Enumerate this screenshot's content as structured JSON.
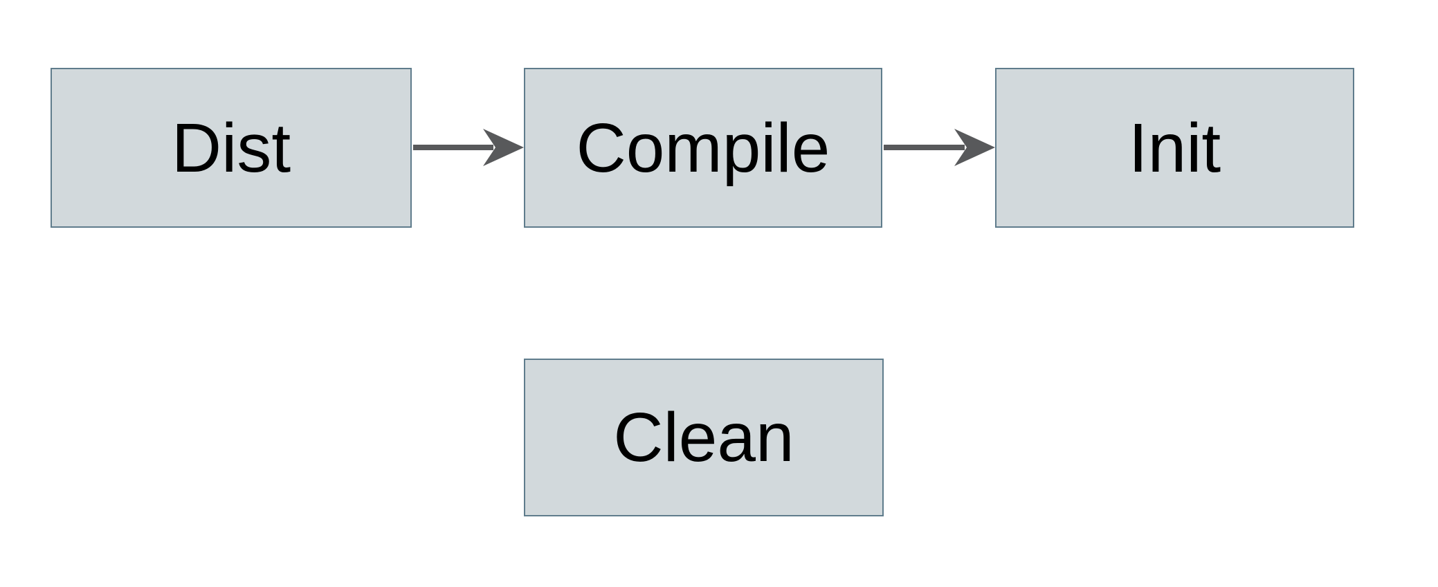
{
  "diagram": {
    "type": "flowchart",
    "background_color": "#ffffff",
    "node_fill_color": "#d2d9dc",
    "node_border_color": "#5f7c8c",
    "arrow_color": "#58595b",
    "text_color": "#000000",
    "nodes": [
      {
        "id": "dist",
        "label": "Dist"
      },
      {
        "id": "compile",
        "label": "Compile"
      },
      {
        "id": "init",
        "label": "Init"
      },
      {
        "id": "clean",
        "label": "Clean"
      }
    ],
    "edges": [
      {
        "from": "dist",
        "to": "compile",
        "style": "arrow"
      },
      {
        "from": "compile",
        "to": "init",
        "style": "arrow"
      }
    ]
  }
}
